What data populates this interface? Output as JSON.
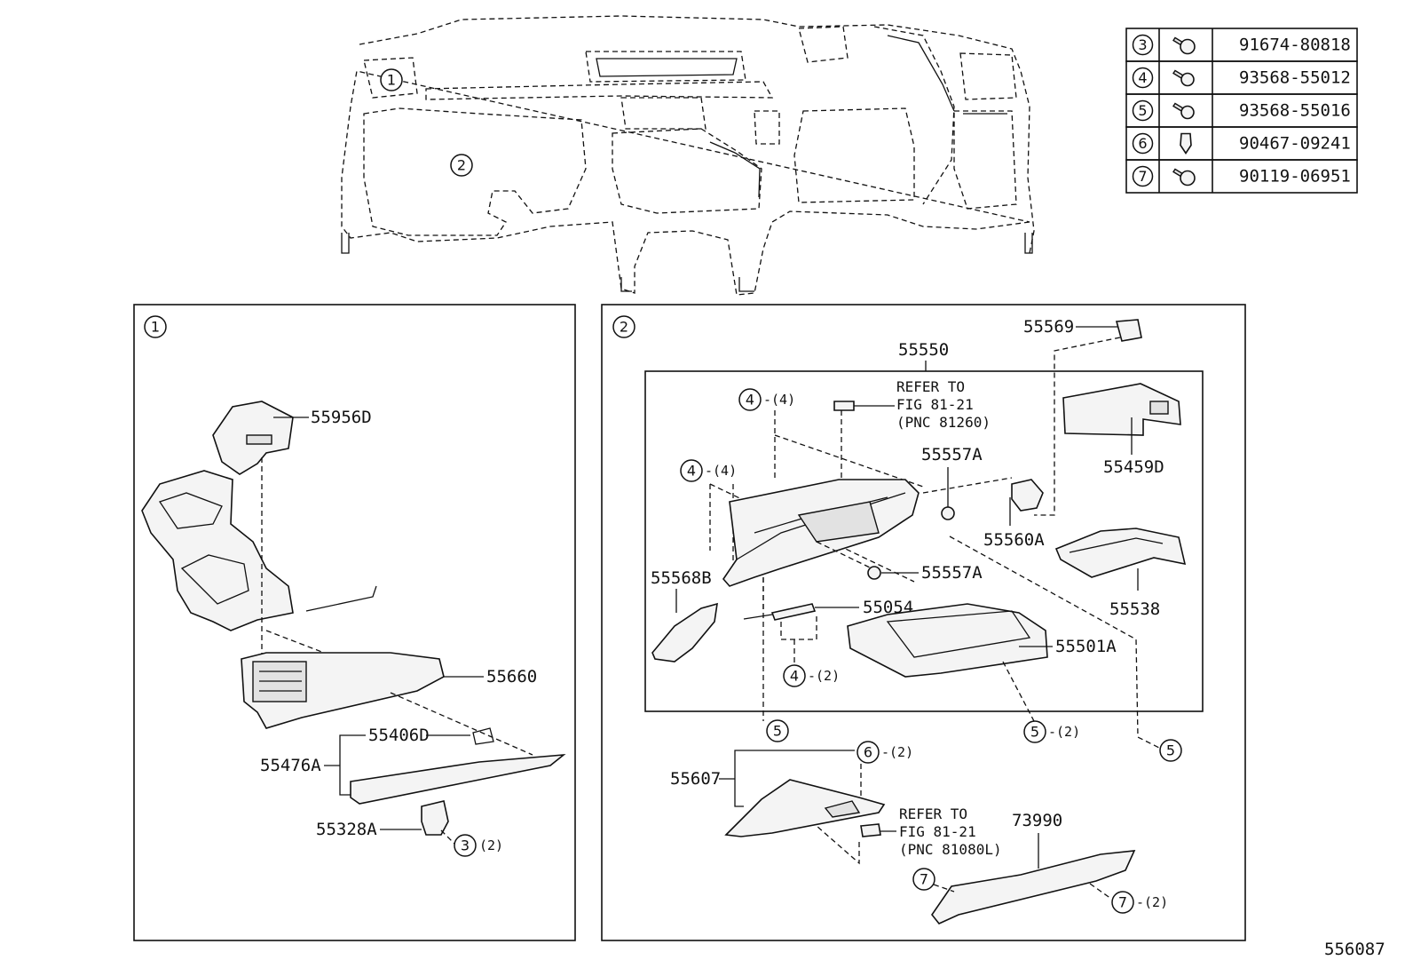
{
  "bolt_table": [
    {
      "ref": "3",
      "part_no": "91674-80818",
      "icon": "bolt-icon"
    },
    {
      "ref": "4",
      "part_no": "93568-55012",
      "icon": "screw-icon"
    },
    {
      "ref": "5",
      "part_no": "93568-55016",
      "icon": "screw-icon"
    },
    {
      "ref": "6",
      "part_no": "90467-09241",
      "icon": "clip-icon"
    },
    {
      "ref": "7",
      "part_no": "90119-06951",
      "icon": "bolt-icon"
    }
  ],
  "overview": {
    "callout_1": "1",
    "callout_2": "2"
  },
  "panel1": {
    "callout": "1",
    "parts": {
      "p55956D": "55956D",
      "p55660": "55660",
      "p55406D": "55406D",
      "p55476A": "55476A",
      "p55328A": "55328A"
    },
    "fastener": {
      "ref": "3",
      "qty": "(2)"
    }
  },
  "panel2": {
    "callout": "2",
    "parts": {
      "p55569": "55569",
      "p55550": "55550",
      "p55459D": "55459D",
      "p55557A_1": "55557A",
      "p55560A": "55560A",
      "p55557A_2": "55557A",
      "p55538": "55538",
      "p55568B": "55568B",
      "p55054": "55054",
      "p55501A": "55501A",
      "p55607": "55607",
      "p73990": "73990"
    },
    "refer1": {
      "line1": "REFER TO",
      "line2": "FIG 81-21",
      "line3": "(PNC 81260)"
    },
    "refer2": {
      "line1": "REFER TO",
      "line2": "FIG 81-21",
      "line3": "(PNC 81080L)"
    },
    "fasteners": {
      "f4a": {
        "ref": "4",
        "qty": "-(4)"
      },
      "f4b": {
        "ref": "4",
        "qty": "-(4)"
      },
      "f4c": {
        "ref": "4",
        "qty": "-(2)"
      },
      "f5a": {
        "ref": "5",
        "qty": ""
      },
      "f5b": {
        "ref": "5",
        "qty": "-(2)"
      },
      "f5c": {
        "ref": "5",
        "qty": ""
      },
      "f6": {
        "ref": "6",
        "qty": "-(2)"
      },
      "f7a": {
        "ref": "7",
        "qty": ""
      },
      "f7b": {
        "ref": "7",
        "qty": "-(2)"
      }
    }
  },
  "figure_number": "556087"
}
